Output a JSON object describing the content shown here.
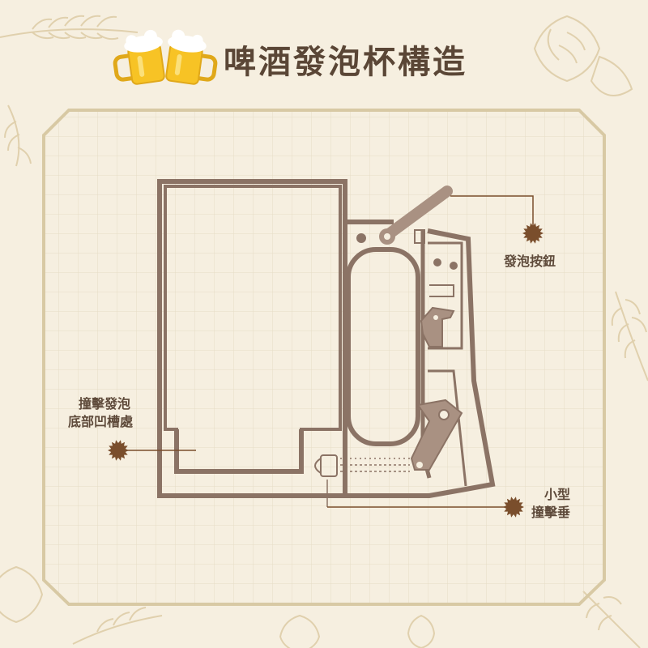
{
  "header": {
    "title": "啤酒發泡杯構造",
    "icon": "beer-mugs-icon"
  },
  "diagram": {
    "labels": {
      "foam_button": {
        "lines": [
          "發泡按鈕"
        ]
      },
      "bottom_groove": {
        "lines": [
          "撞擊發泡",
          "底部凹槽處"
        ]
      },
      "hammer": {
        "lines": [
          "小型",
          "撞擊垂"
        ]
      }
    }
  },
  "decorations": [
    "wheat-icon",
    "hop-icon"
  ],
  "colors": {
    "background": "#f6efe0",
    "frame": "#d8c9a4",
    "grid": "#e6dcc6",
    "structure": "#8b7365",
    "part": "#a99182",
    "title_text": "#5a4636",
    "marker": "#7a4e2c",
    "beer": "#f7c325"
  }
}
